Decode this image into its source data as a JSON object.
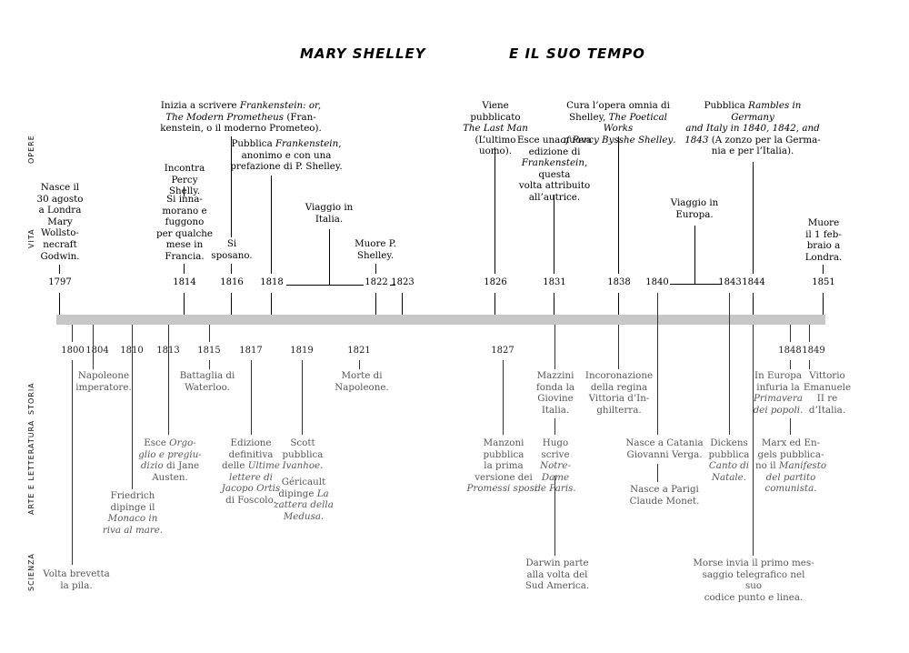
{
  "title": {
    "left": "MARY SHELLEY",
    "right": "E IL SUO TEMPO"
  },
  "categories": {
    "opere": "OPERE",
    "vita": "VITA",
    "storia": "STORIA",
    "arte": "ARTE E LETTERATURA",
    "scienza": "SCIENZA"
  },
  "years_top": [
    "1797",
    "1814",
    "1816",
    "1818",
    "1822",
    "1823",
    "1826",
    "1831",
    "1838",
    "1840",
    "1843",
    "1844",
    "1851"
  ],
  "years_bottom": [
    "1800",
    "1804",
    "1810",
    "1813",
    "1815",
    "1817",
    "1819",
    "1821",
    "1827",
    "1848",
    "1849"
  ],
  "notes": {
    "nascita": "Nasce il\n30 agosto\na Londra\nMary\nWollsto-\nnecraft\nGodwin.",
    "percy_a": "Incontra\nPercy Shelly.",
    "percy_b": "Si inna-\nmorano e\nfuggono\nper qualche\nmese in\nFrancia.",
    "frank_1": "Inizia a scrivere ",
    "frank_2": "Frankenstein: or,",
    "frank_3": "The Modern Prometheus",
    "frank_4": " (Fran-",
    "frank_5": "kenstein, o il moderno Prometeo).",
    "sposano": "Si\nsposano.",
    "pubblica_1": "Pubblica ",
    "pubblica_2": "Frankenstein",
    "pubblica_3": ",\nanonimo e con una\nprefazione di P. Shelley.",
    "italia": "Viaggio in\nItalia.",
    "muore_p": "Muore P.\nShelley.",
    "lastman_1": "Viene pubblicato",
    "lastman_2": "The Last Man",
    "lastman_3": "(L’ultimo\nuomo).",
    "edizione_1": "Esce una nuova\nedizione di",
    "edizione_2": "Frankenstein",
    "edizione_3": ", questa\nvolta attribuito\nall’autrice.",
    "omnia_1": "Cura l’opera omnia di\nShelley, ",
    "omnia_2": "The Poetical Works\nof Percy Bysshe Shelley",
    "omnia_3": ".",
    "europa": "Viaggio in\nEuropa.",
    "rambles_1": "Pubblica ",
    "rambles_2": "Rambles in Germany\nand Italy in 1840, 1842, and\n1843",
    "rambles_3": " (A zonzo per la Germa-\nnia e per l’Italia).",
    "morte": "Muore\nil 1 feb-\nbraio a\nLondra.",
    "napoleone": "Napoleone\nimperatore.",
    "waterloo": "Battaglia di\nWaterloo.",
    "morte_nap": "Morte di\nNapoleone.",
    "mazzini": "Mazzini\nfonda la\nGiovine\nItalia.",
    "vittoria": "Incoronazione\ndella regina\nVittoria d’In-\nghilterra.",
    "primavera_1": "In Europa\ninfuria la",
    "primavera_2": "Primavera\ndei popoli",
    "primavera_3": ".",
    "vittorio": "Vittorio\nEmanuele\nII re\nd’Italia.",
    "friedrich_1": "Friedrich\ndipinge il",
    "friedrich_2": "Monaco in\nriva al mare",
    "friedrich_3": ".",
    "orgoglio_1": "Esce ",
    "orgoglio_2": "Orgo-\nglio e pregiu-\ndizio",
    "orgoglio_3": " di Jane\nAusten.",
    "foscolo_1": "Edizione\ndefinitiva\ndelle ",
    "foscolo_2": "Ultime\nlettere di\nJacopo Ortis",
    "foscolo_3": "\ndi Foscolo.",
    "scott_1": "Scott\npubblica",
    "scott_2": "Ivanhoe",
    "scott_3": ".",
    "gericault_1": "Géricault\ndipinge ",
    "gericault_2": "La\nzattera della\nMedusa",
    "gericault_3": ".",
    "manzoni_1": "Manzoni\npubblica\nla prima\nversione dei",
    "manzoni_2": "Promessi sposi",
    "manzoni_3": ".",
    "hugo_1": "Hugo scrive",
    "hugo_2": "Notre-Dame\nde Paris",
    "hugo_3": ".",
    "verga": "Nasce a Catania\nGiovanni Verga.",
    "monet": "Nasce a Parigi\nClaude Monet.",
    "dickens_1": "Dickens\npubblica",
    "dickens_2": "Canto di\nNatale",
    "dickens_3": ".",
    "marx_1": "Marx ed En-\ngels pubblica-\nno il ",
    "marx_2": "Manifesto\ndel partito\ncomunista",
    "marx_3": ".",
    "volta": "Volta brevetta\nla pila.",
    "darwin": "Darwin parte\nalla volta del\nSud America.",
    "morse": "Morse invia il primo mes-\nsaggio telegrafico nel suo\ncodice punto e linea."
  }
}
